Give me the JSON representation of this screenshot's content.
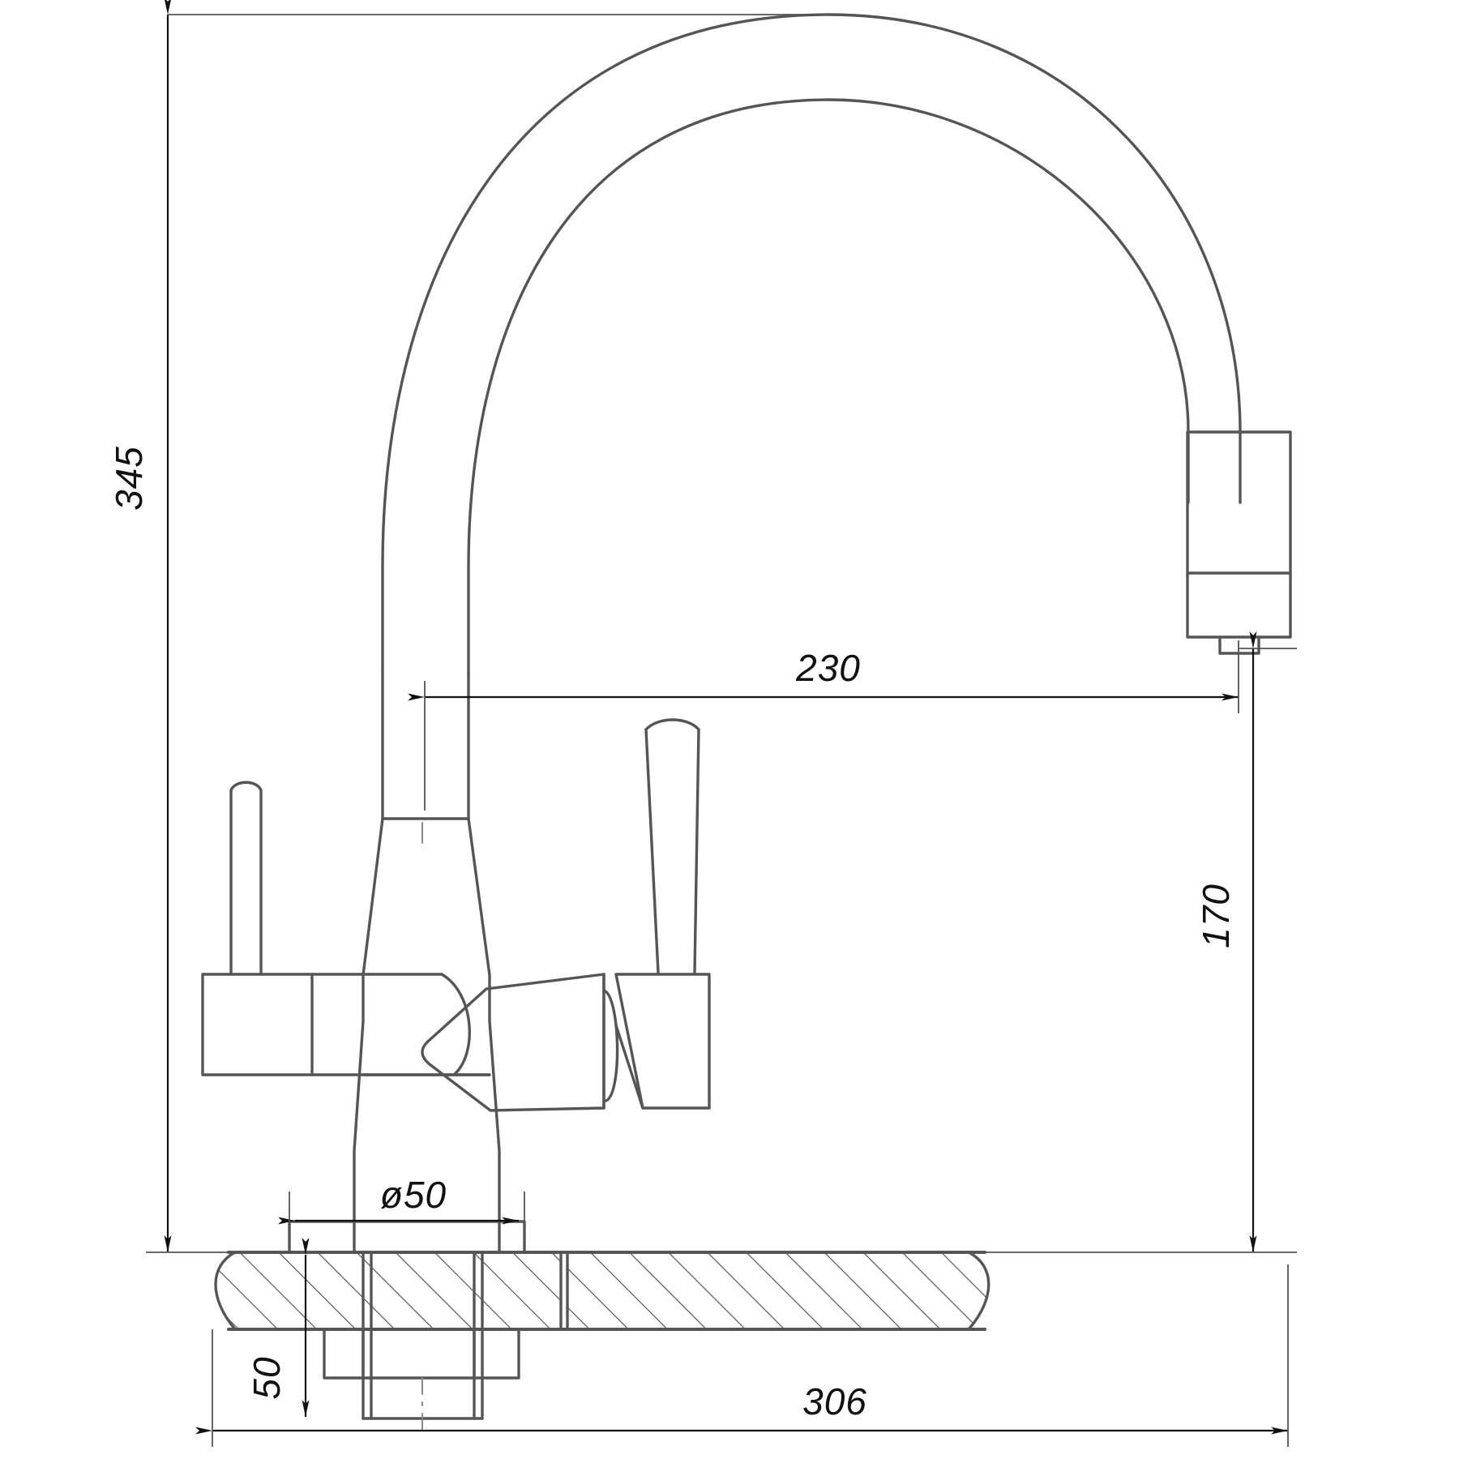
{
  "drawing": {
    "title": "Kitchen mixer tap - dimensioned side elevation",
    "type": "technical-orthographic-drawing",
    "units": "mm",
    "line_color": "#555555",
    "dimension_color": "#111111",
    "background_color": "#ffffff"
  },
  "dimensions": {
    "overall_height": {
      "value": "345",
      "orientation": "vertical",
      "position": "left",
      "label": "345"
    },
    "spout_reach": {
      "value": "230",
      "orientation": "horizontal",
      "position": "upper-middle",
      "label": "230"
    },
    "spout_outlet_height": {
      "value": "170",
      "orientation": "vertical",
      "position": "right",
      "label": "170"
    },
    "base_diameter": {
      "value": "ø50",
      "orientation": "horizontal",
      "position": "above-base-flange",
      "label": "ø50"
    },
    "shank_length": {
      "value": "50",
      "orientation": "vertical",
      "position": "below-counter",
      "label": "50"
    },
    "overall_width": {
      "value": "306",
      "orientation": "horizontal",
      "position": "bottom",
      "label": "306"
    }
  },
  "parts": [
    {
      "name": "gooseneck-spout-arc",
      "description": "tall C-shaped curved spout"
    },
    {
      "name": "spout-aerator-outlet",
      "description": "rectangular nozzle end at right"
    },
    {
      "name": "central-column-body",
      "description": "tapered vertical mixer body"
    },
    {
      "name": "left-lever-handle",
      "description": "filtered-water side lever"
    },
    {
      "name": "right-lever-handle",
      "description": "main mixer lever handle"
    },
    {
      "name": "mounting-base-flange",
      "description": "round escutcheon on counter"
    },
    {
      "name": "countertop-section",
      "description": "hatched cross-section of worktop"
    },
    {
      "name": "threaded-shank",
      "description": "mounting stud below counter"
    },
    {
      "name": "mounting-nut",
      "description": "retaining nut block"
    }
  ]
}
